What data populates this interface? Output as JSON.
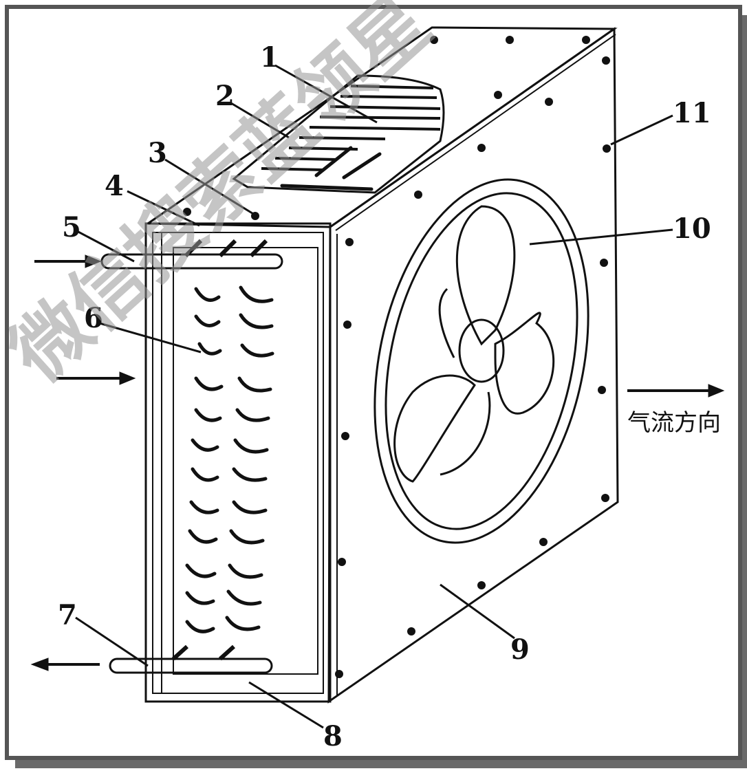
{
  "diagram": {
    "part_labels": [
      "1",
      "2",
      "3",
      "4",
      "5",
      "6",
      "7",
      "8",
      "9",
      "10",
      "11"
    ],
    "airflow_caption": "气流方向",
    "watermark": "微信搜索蓝领星"
  },
  "colors": {
    "ink": "#111111",
    "frame": "#555555",
    "paper": "#ffffff"
  }
}
